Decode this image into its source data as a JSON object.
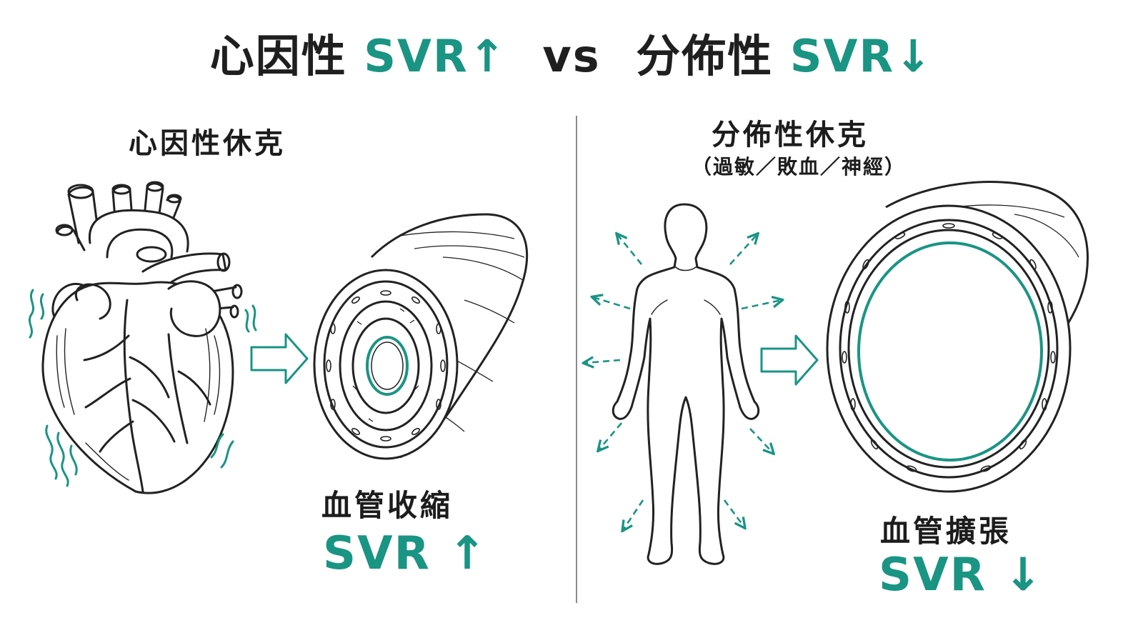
{
  "title": {
    "left_label": "心因性",
    "left_svr": "SVR↑",
    "vs": "vs",
    "right_label": "分佈性",
    "right_svr": "SVR↓"
  },
  "left_panel": {
    "heading": "心因性休克",
    "effect": "血管收縮",
    "svr": "SVR",
    "svr_arrow": "↑"
  },
  "right_panel": {
    "heading": "分佈性休克",
    "subheading": "（過敏／敗血／神經）",
    "effect": "血管擴張",
    "svr": "SVR",
    "svr_arrow": "↓"
  },
  "colors": {
    "accent": "#1a9483",
    "ink": "#1f1f1f",
    "line": "#222222"
  },
  "icons": [
    "heart-icon",
    "constricted-vessel-icon",
    "human-body-icon",
    "dilated-vessel-icon",
    "right-arrow-icon"
  ]
}
